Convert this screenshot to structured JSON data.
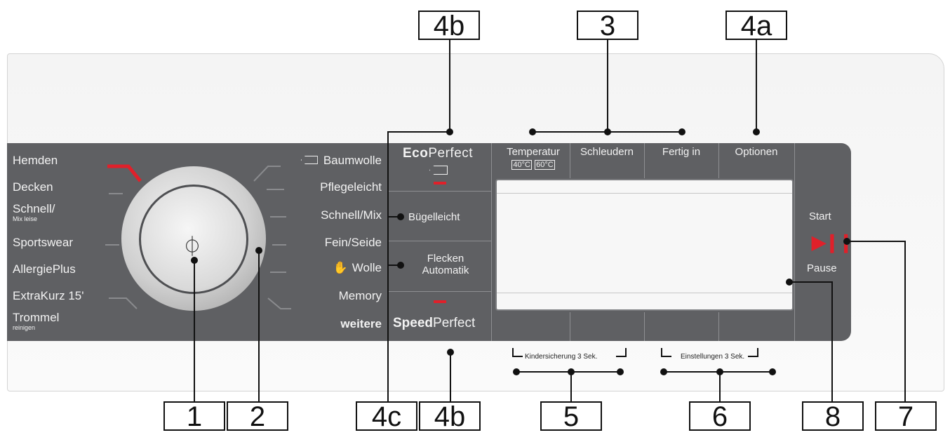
{
  "programs_left": [
    {
      "label": "Hemden"
    },
    {
      "label": "Decken"
    },
    {
      "label": "Schnell/",
      "sub": "Mix leise"
    },
    {
      "label": "Sportswear"
    },
    {
      "label": "AllergiePlus"
    },
    {
      "label": "ExtraKurz 15'"
    },
    {
      "label": "Trommel",
      "sub": "reinigen"
    }
  ],
  "programs_right": [
    {
      "label": "Baumwolle"
    },
    {
      "label": "Pflegeleicht"
    },
    {
      "label": "Schnell/Mix"
    },
    {
      "label": "Fein/Seide"
    },
    {
      "label": "Wolle"
    },
    {
      "label": "Memory"
    },
    {
      "label": "weitere"
    }
  ],
  "eco_perfect": {
    "bold": "Eco",
    "rest": "Perfect"
  },
  "speed_perfect": {
    "bold": "Speed",
    "rest": "Perfect"
  },
  "buttons": {
    "buegelleicht": "Bügelleicht",
    "flecken_line1": "Flecken",
    "flecken_line2": "Automatik",
    "temperatur": "Temperatur",
    "temp_40": "40°C",
    "temp_60": "60°C",
    "schleudern": "Schleudern",
    "fertig_in": "Fertig in",
    "optionen": "Optionen",
    "start": "Start",
    "pause": "Pause"
  },
  "hints": {
    "kindersicherung": "Kindersicherung 3 Sek.",
    "einstellungen": "Einstellungen 3 Sek."
  },
  "callouts_top": [
    "4b",
    "3",
    "4a"
  ],
  "callouts_bottom": [
    "1",
    "2",
    "4c",
    "4b",
    "5",
    "6",
    "8",
    "7"
  ],
  "colors": {
    "panel": "#5f6063",
    "accent_red": "#e0202a"
  }
}
